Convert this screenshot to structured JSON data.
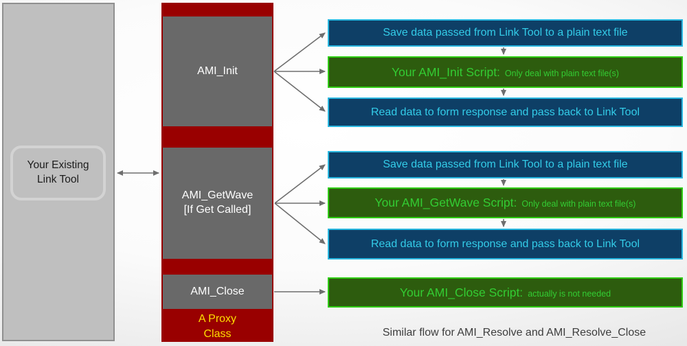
{
  "colors": {
    "left_box_fill": "#bfbfbf",
    "left_box_border": "#8f8f8f",
    "rounded_border": "#d3d3d3",
    "proxy_column_fill": "#990000",
    "method_box_fill": "#696969",
    "method_text": "#ffffff",
    "proxy_label_text": "#ffdf00",
    "blue_box_fill": "#0e3f66",
    "blue_box_border": "#29b7e0",
    "blue_box_text": "#33cce8",
    "green_box_fill": "#2d5c0e",
    "green_box_border": "#2ecc12",
    "green_box_text": "#33cc33",
    "arrow": "#6e6e6e",
    "footer_text": "#3d3d3d"
  },
  "left_panel": {
    "line1": "Your Existing",
    "line2": "Link Tool"
  },
  "proxy_column": {
    "init_label": "AMI_Init",
    "getwave_label_line1": "AMI_GetWave",
    "getwave_label_line2": "[If Get Called]",
    "close_label": "AMI_Close",
    "footer_line1": "A Proxy",
    "footer_line2": "Class"
  },
  "flows": {
    "init": {
      "save": "Save data passed from Link Tool to a plain text file",
      "script_main": "Your AMI_Init Script:",
      "script_note": "Only deal with plain text file(s)",
      "read": "Read data to form response and pass back to Link Tool"
    },
    "getwave": {
      "save": "Save data passed from Link Tool to a plain text file",
      "script_main": "Your AMI_GetWave Script:",
      "script_note": "Only deal with plain text file(s)",
      "read": "Read data to form response and pass back to Link Tool"
    },
    "close": {
      "script_main": "Your AMI_Close Script:",
      "script_note": "actually is not needed"
    }
  },
  "footer": "Similar flow for AMI_Resolve and AMI_Resolve_Close"
}
